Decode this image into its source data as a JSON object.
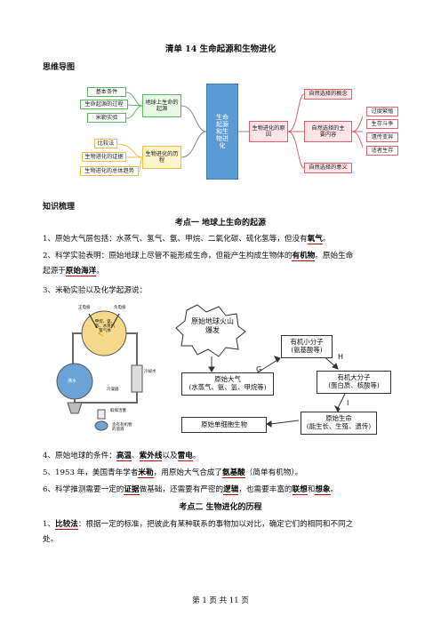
{
  "title": "清单 14  生命起源和生物进化",
  "mindmap_heading": "思维导图",
  "mindmap": {
    "center": "生命起源和生物进化",
    "left_top": {
      "label": "地球上生命的起源",
      "leaves": [
        "基本条件",
        "生命起源的过程",
        "米勒实验"
      ]
    },
    "left_bottom": {
      "label": "生物进化的历程",
      "leaves": [
        "比较法",
        "生物进化的证据",
        "生物进化的总体趋势"
      ]
    },
    "right": {
      "label": "生物进化的原因",
      "mids": [
        "自然选择的概念",
        "自然选择的主要内容",
        "自然选择的意义"
      ],
      "leaves": [
        "过度繁殖",
        "生存斗争",
        "遗传变异",
        "适者生存"
      ]
    }
  },
  "knowledge_heading": "知识梳理",
  "kaodian1": "考点一  地球上生命的起源",
  "p1": {
    "pre": "1、原始大气层包括：水蒸气、氢气、氨、甲烷、二氧化碳、硫化氢等，但没有",
    "kw": "氧气",
    "post": "。"
  },
  "p2": {
    "pre": "2、科学实验表明：原始地球上尽管不能形成生命，但能产生构成生物体的",
    "kw": "有机物",
    "post": "。原始生命",
    "line2_pre": "起源于",
    "kw2": "原始海洋",
    "line2_post": "。"
  },
  "p3": "3、米勒实验以及化学起源说：",
  "figure": {
    "apparatus_labels": [
      "正电极",
      "负电极",
      "甲烷、氨、氢、水蒸气等气体",
      "冷凝器",
      "冷却水",
      "沸水",
      "取样活塞",
      "含有有机物的溶液"
    ],
    "cloud": "原始地球火山爆发",
    "b1": "原始大气\n(水蒸气、氨、氢、甲烷等)",
    "b2": "有机小分子\n(氨基酸等)",
    "b3": "有机大分子\n(蛋白质、核酸等)",
    "b4": "原始生命\n(能生长、生殖、遗传)",
    "b5": "原始单细胞生物",
    "arrows": [
      "G",
      "H",
      "I"
    ]
  },
  "p4": {
    "pre": "4、原始地球的条件：",
    "kw1": "高温",
    "sep1": "、",
    "kw2": "紫外线",
    "sep2": "以及",
    "kw3": "雷电",
    "post": "。"
  },
  "p5": {
    "pre": "5、1953 年，美国青年学者",
    "kw1": "米勒",
    "mid": "，用原始大气合成了",
    "kw2": "氨基酸",
    "post": "（简单有机物）。"
  },
  "p6": {
    "pre": "6、科学推测需要一定的",
    "kw1": "证据",
    "mid1": "做基础，还需要有严密的",
    "kw2": "逻辑",
    "mid2": "，也需要丰富的",
    "kw3": "联想",
    "mid3": "和",
    "kw4": "想象",
    "post": "。"
  },
  "kaodian2": "考点二  生物进化的历程",
  "p7": {
    "pre": "1、",
    "kw": "比较法",
    "post": "：根据一定的标准，把彼此有某种联系的事物加以对比，确定它们的相同和不同之",
    "line2": "处。"
  },
  "footer": "第  1  页  共  11  页"
}
